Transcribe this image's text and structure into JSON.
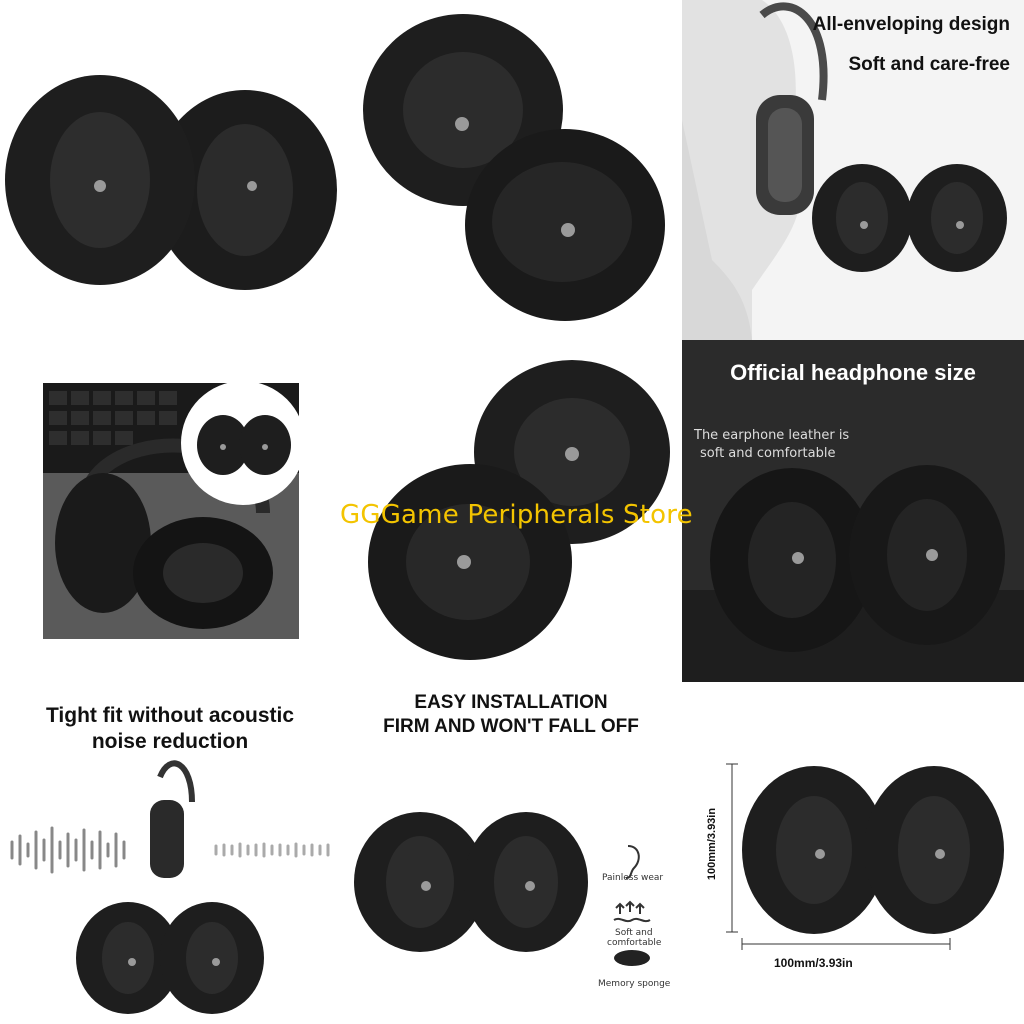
{
  "watermark": "GGGame Peripherals Store",
  "tile3": {
    "line1": "All-enveloping design",
    "line2": "Soft and care-free"
  },
  "tile6": {
    "title": "Official headphone size",
    "sub1": "The earphone leather is",
    "sub2": "soft and comfortable"
  },
  "tile7": {
    "line1": "Tight fit without acoustic",
    "line2": "noise reduction"
  },
  "tile8": {
    "line1": "EASY INSTALLATION",
    "line2": "FIRM AND WON'T FALL OFF",
    "features": [
      {
        "icon": "ear-icon",
        "label": "Painless wear"
      },
      {
        "icon": "wave-arrows-icon",
        "label1": "Soft and",
        "label2": "comfortable"
      },
      {
        "icon": "sponge-icon",
        "label": "Memory sponge"
      }
    ]
  },
  "tile9": {
    "height_label": "100mm/3.93in",
    "width_label": "100mm/3.93in"
  },
  "colors": {
    "pad": "#1e1e1e",
    "pad_inner": "#2a2a2a",
    "watermark": "#f3c400",
    "dark_bg": "#2b2b2b"
  }
}
